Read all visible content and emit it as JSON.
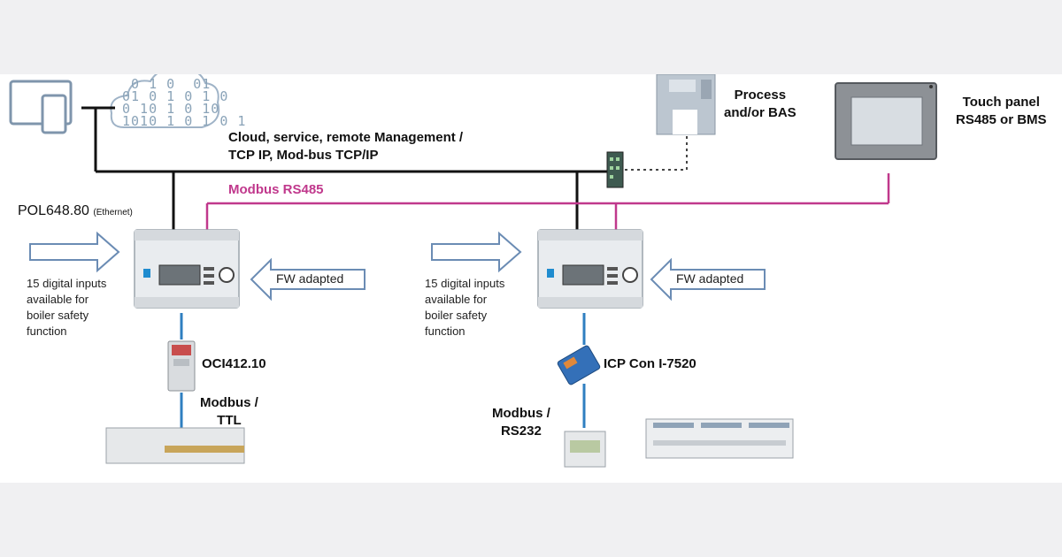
{
  "labels": {
    "pol_model": "POL648.80",
    "pol_model_suffix": "(Ethernet)",
    "cloud": "Cloud, service, remote Management /",
    "cloud_line2": "TCP IP, Mod-bus TCP/IP",
    "modbus_rs485": "Modbus RS485",
    "process": "Process",
    "process_line2": "and/or BAS",
    "touch_panel": "Touch panel",
    "touch_panel_line2": "RS485 or BMS",
    "digital_inputs_left": [
      "15 digital inputs",
      "available for",
      "boiler safety",
      "function"
    ],
    "digital_inputs_right": [
      "15 digital inputs",
      "available for",
      "boiler safety",
      "function"
    ],
    "fw_left": "FW adapted",
    "fw_right": "FW adapted",
    "oci": "OCI412.10",
    "modbus_ttl": "Modbus /",
    "modbus_ttl_line2": "TTL",
    "icp": "ICP Con I-7520",
    "modbus_rs232": "Modbus /",
    "modbus_rs232_line2": "RS232",
    "binary_cloud": " 0 1 0  01\n01 0 1 0 1 0\n0 10 1 0 10\n1010 1 0 1 0 1"
  },
  "colors": {
    "black_bus": "#111111",
    "rs485_line": "#c0388c",
    "blue_link": "#2f7fc0",
    "arrow_outline": "#6b8cb4"
  }
}
